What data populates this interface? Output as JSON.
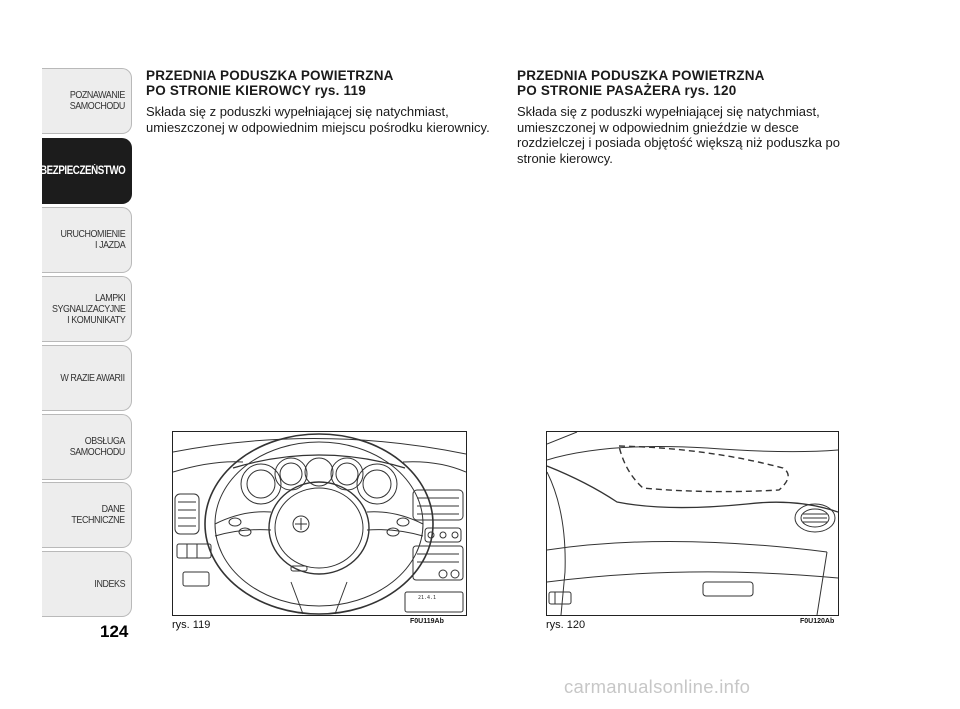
{
  "sidebar": {
    "tabs": [
      {
        "label": "POZNAWANIE\nSAMOCHODU",
        "active": false
      },
      {
        "label": "BEZPIECZEŃSTWO",
        "active": true
      },
      {
        "label": "URUCHOMIENIE\nI JAZDA",
        "active": false
      },
      {
        "label": "LAMPKI\nSYGNALIZACYJNE\nI KOMUNIKATY",
        "active": false
      },
      {
        "label": "W RAZIE AWARII",
        "active": false
      },
      {
        "label": "OBSŁUGA\nSAMOCHODU",
        "active": false
      },
      {
        "label": "DANE\nTECHNICZNE",
        "active": false
      },
      {
        "label": "INDEKS",
        "active": false
      }
    ]
  },
  "page_number": "124",
  "sections": {
    "driver": {
      "heading": "PRZEDNIA PODUSZKA POWIETRZNA\nPO STRONIE KIEROWCY rys. 119",
      "body": "Składa się z poduszki wypełniającej się natychmiast, umieszczonej w odpowiednim miejscu pośrodku kierownicy."
    },
    "passenger": {
      "heading": "PRZEDNIA PODUSZKA POWIETRZNA\nPO STRONIE PASAŻERA rys. 120",
      "body": "Składa się z poduszki wypełniającej się natychmiast, umieszczonej w odpowiednim gnieździe w desce rozdzielczej i posiada objętość większą niż poduszka po stronie kierowcy."
    }
  },
  "figures": {
    "fig119": {
      "label": "rys. 119",
      "code": "F0U119Ab",
      "display_text": "21.4.1"
    },
    "fig120": {
      "label": "rys. 120",
      "code": "F0U120Ab"
    }
  },
  "watermark": "carmanualsonline.info",
  "colors": {
    "active_tab": "#1c1c1c",
    "tab_bg": "#ededed",
    "watermark": "#c7c7c7"
  }
}
